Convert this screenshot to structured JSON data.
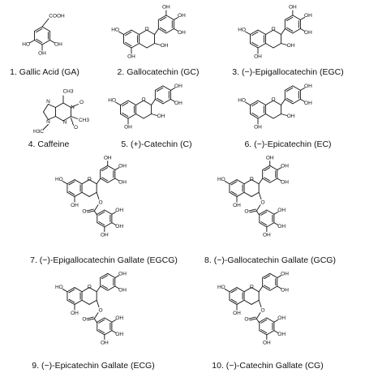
{
  "structures": [
    {
      "id": "gallic-acid",
      "caption": "1. Gallic Acid (GA)",
      "atoms": {
        "acid": "COOH",
        "o1": "HO",
        "o2": "OH",
        "o3": "OH"
      }
    },
    {
      "id": "gallocatechin",
      "caption": "2. Gallocatechin (GC)",
      "atoms": {
        "a": "HO",
        "b": "OH",
        "c": "OH",
        "d": "OH",
        "e": "OH",
        "f": "OH"
      }
    },
    {
      "id": "epigallocatechin",
      "caption": "3. (−)-Epigallocatechin (EGC)",
      "atoms": {
        "a": "HO",
        "b": "OH",
        "c": "OH",
        "d": "OH",
        "e": "OH",
        "f": "OH"
      }
    },
    {
      "id": "caffeine",
      "caption": "4. Caffeine",
      "atoms": {
        "n1": "N",
        "n2": "N",
        "n3": "N",
        "n4": "N",
        "o1": "O",
        "o2": "O",
        "m1": "CH3",
        "m2": "CH3",
        "m3": "H3C"
      }
    },
    {
      "id": "catechin",
      "caption": "5. (+)-Catechin (C)",
      "atoms": {
        "a": "HO",
        "b": "OH",
        "c": "OH",
        "d": "OH",
        "e": "OH"
      }
    },
    {
      "id": "epicatechin",
      "caption": "6. (−)-Epicatechin (EC)",
      "atoms": {
        "a": "HO",
        "b": "OH",
        "c": "OH",
        "d": "OH",
        "e": "OH"
      }
    },
    {
      "id": "egcg",
      "caption": "7. (−)-Epigallocatechin Gallate (EGCG)",
      "atoms": {
        "a": "HO",
        "b": "OH",
        "c": "OH",
        "d": "OH",
        "e": "OH",
        "o": "O",
        "ko": "O",
        "g1": "OH",
        "g2": "OH",
        "g3": "OH"
      }
    },
    {
      "id": "gcg",
      "caption": "8. (−)-Gallocatechin Gallate (GCG)",
      "atoms": {
        "a": "HO",
        "b": "OH",
        "c": "OH",
        "d": "OH",
        "e": "OH",
        "o": "O",
        "ko": "O",
        "g1": "OH",
        "g2": "OH",
        "g3": "OH"
      }
    },
    {
      "id": "ecg",
      "caption": "9. (−)-Epicatechin Gallate (ECG)",
      "atoms": {
        "a": "HO",
        "b": "OH",
        "c": "OH",
        "d": "OH",
        "o": "O",
        "ko": "O",
        "g1": "OH",
        "g2": "OH",
        "g3": "OH"
      }
    },
    {
      "id": "cg",
      "caption": "10. (−)-Catechin Gallate (CG)",
      "atoms": {
        "a": "HO",
        "b": "OH",
        "c": "OH",
        "d": "OH",
        "o": "O",
        "ko": "O",
        "g1": "OH",
        "g2": "OH",
        "g3": "OH"
      }
    }
  ]
}
